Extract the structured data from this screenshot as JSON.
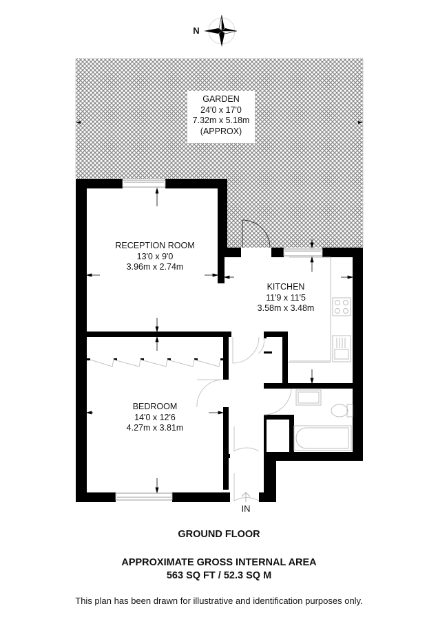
{
  "compass": {
    "north_label": "N"
  },
  "rooms": {
    "garden": {
      "name": "GARDEN",
      "imperial": "24'0 x 17'0",
      "metric": "7.32m x 5.18m",
      "qualifier": "(APPROX)"
    },
    "reception": {
      "name": "RECEPTION ROOM",
      "imperial": "13'0 x 9'0",
      "metric": "3.96m x 2.74m"
    },
    "kitchen": {
      "name": "KITCHEN",
      "imperial": "11'9 x 11'5",
      "metric": "3.58m x 3.48m"
    },
    "bedroom": {
      "name": "BEDROOM",
      "imperial": "14'0 x 12'6",
      "metric": "4.27m x 3.81m"
    }
  },
  "entrance": {
    "label": "IN"
  },
  "footer": {
    "floor": "GROUND FLOOR",
    "area_title": "APPROXIMATE GROSS INTERNAL AREA",
    "area_value": "563 SQ FT / 52.3 SQ M",
    "disclaimer": "This plan has been drawn for illustrative and identification purposes only."
  },
  "colors": {
    "wall": "#000000",
    "hatch": "#8a8a8a",
    "fixture": "#bdbdbd",
    "background": "#ffffff"
  }
}
